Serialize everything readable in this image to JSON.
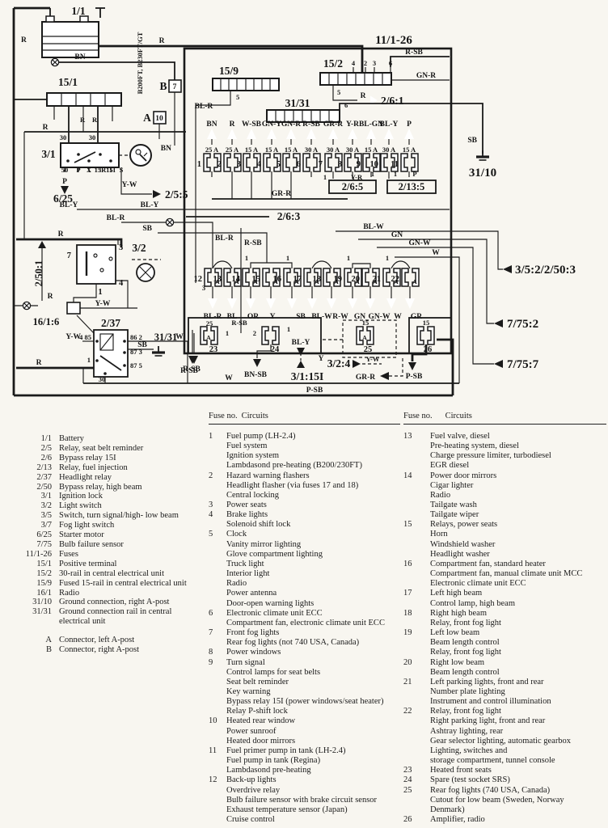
{
  "diagram": {
    "unit_label": "11/1-26",
    "callouts": {
      "battery": "1/1",
      "pos_rail": "15/1",
      "ignition": "3/1",
      "starter": "6/25",
      "ref_2_5_5": "2/5:5",
      "ref_2_50_1": "2/50:1",
      "light_switch": "3/2",
      "radio_conn": "16/1:6",
      "relay": "2/37",
      "ground_rail": "31/31",
      "rail_15_9": "15/9",
      "rail_15_2": "15/2",
      "ref_2_6_1": "2/6:1",
      "ground_right": "31/10",
      "ref_2_6_3": "2/6:3",
      "ref_2_6_5": "2/6:5",
      "ref_2_13_5": "2/13:5",
      "ref_3_5_2": "3/5:2/2/50:3",
      "ref_7_75_2": "7/75:2",
      "ref_7_75_7": "7/75:7",
      "ref_3_1_15i": "3/1:15I",
      "ref_3_2_4": "3/2:4",
      "conn_a": "A",
      "conn_b": "B",
      "conn_a_pin": "10",
      "conn_b_pin": "7",
      "engine": "B200FT, B230FT/GT"
    },
    "wires": {
      "r": "R",
      "bn": "BN",
      "bl_y": "BL-Y",
      "bl_r": "BL-R",
      "sb": "SB",
      "y_w": "Y-W",
      "r_sb": "R-SB",
      "gn_r": "GN-R",
      "gr_r": "GR-R",
      "bl_w": "BL-W",
      "gn": "GN",
      "gn_w": "GN-W",
      "w": "W",
      "p_sb": "P-SB",
      "bn_sb": "BN-SB",
      "y_r": "Y-R",
      "p": "P",
      "y": "Y"
    },
    "pins": {
      "p30": "30",
      "p50": "50",
      "pp": "P",
      "px": "X",
      "p15r": "15R",
      "p15i": "15I",
      "ps": "S",
      "p7": "7",
      "p3": "3",
      "p4": "4",
      "p1": "1",
      "p2": "2",
      "p5": "5",
      "p6": "6",
      "p485": "4 85",
      "p862": "86 2",
      "p873": "87 3",
      "p875": "87 5",
      "pa": "A"
    },
    "fuses_top": [
      {
        "no": "1",
        "amp": "25 A",
        "wire": "BN"
      },
      {
        "no": "2",
        "amp": "25 A",
        "wire": "R"
      },
      {
        "no": "3",
        "amp": "15 A",
        "wire": "W-SB"
      },
      {
        "no": "4",
        "amp": "15 A",
        "wire": "GN-Y"
      },
      {
        "no": "5",
        "amp": "15 A",
        "wire": "GN-R"
      },
      {
        "no": "6",
        "amp": "30 A",
        "wire": "R-SB"
      },
      {
        "no": "7",
        "amp": "30 A",
        "wire": "GR-R"
      },
      {
        "no": "8",
        "amp": "30 A",
        "wire": "Y-R"
      },
      {
        "no": "9",
        "amp": "15 A",
        "wire": "BL-GN"
      },
      {
        "no": "10",
        "amp": "30 A",
        "wire": "BL-Y"
      },
      {
        "no": "11",
        "amp": "15 A",
        "wire": "P"
      }
    ],
    "fuses_mid": [
      {
        "no": "12",
        "wire": "BL-R"
      },
      {
        "no": "13",
        "wire": "BL"
      },
      {
        "no": "14",
        "wire": "OR"
      },
      {
        "no": "15",
        "wire": "Y"
      },
      {
        "no": "16",
        "wire": "SB"
      },
      {
        "no": "17",
        "wire": "BL-W"
      },
      {
        "no": "18",
        "wire": "R-W"
      },
      {
        "no": "19",
        "wire": "GN"
      },
      {
        "no": "20",
        "wire": "GN-W"
      },
      {
        "no": "21",
        "wire": "W"
      },
      {
        "no": "22",
        "wire": "GR"
      }
    ],
    "fuses_bot": [
      {
        "no": "23",
        "amp": "25"
      },
      {
        "no": "24",
        "amp": ""
      },
      {
        "no": "25",
        "amp": "15"
      },
      {
        "no": "26",
        "amp": "15"
      }
    ]
  },
  "legend": {
    "components": [
      {
        "ref": "1/1",
        "desc": "Battery"
      },
      {
        "ref": "2/5",
        "desc": "Relay, seat belt reminder"
      },
      {
        "ref": "2/6",
        "desc": "Bypass relay 15I"
      },
      {
        "ref": "2/13",
        "desc": "Relay, fuel injection"
      },
      {
        "ref": "2/37",
        "desc": "Headlight relay"
      },
      {
        "ref": "2/50",
        "desc": "Bypass relay, high beam"
      },
      {
        "ref": "3/1",
        "desc": "Ignition lock"
      },
      {
        "ref": "3/2",
        "desc": "Light switch"
      },
      {
        "ref": "3/5",
        "desc": "Switch, turn signal/high- low beam"
      },
      {
        "ref": "3/7",
        "desc": "Fog light switch"
      },
      {
        "ref": "6/25",
        "desc": "Starter motor"
      },
      {
        "ref": "7/75",
        "desc": "Bulb failure sensor"
      },
      {
        "ref": "11/1-26",
        "desc": "Fuses"
      },
      {
        "ref": "15/1",
        "desc": "Positive terminal"
      },
      {
        "ref": "15/2",
        "desc": "30-rail in central electrical unit"
      },
      {
        "ref": "15/9",
        "desc": "Fused 15-rail in central electrical unit"
      },
      {
        "ref": "16/1",
        "desc": "Radio"
      },
      {
        "ref": "31/10",
        "desc": "Ground connection, right A-post"
      },
      {
        "ref": "31/31",
        "desc": "Ground connection rail in central electrical unit"
      }
    ],
    "connectors": [
      {
        "ref": "A",
        "desc": "Connector, left A-post"
      },
      {
        "ref": "B",
        "desc": "Connector, right A-post"
      }
    ],
    "col1": {
      "h1": "Fuse no.",
      "h2": "Circuits",
      "rows": [
        {
          "no": "1",
          "lines": [
            "Fuel pump (LH-2.4)",
            "Fuel system",
            "Ignition system",
            "Lambdasond pre-heating (B200/230FT)"
          ]
        },
        {
          "no": "2",
          "lines": [
            "Hazard warning flashers",
            "Headlight flasher (via fuses 17 and 18)",
            "Central locking"
          ]
        },
        {
          "no": "3",
          "lines": [
            "Power seats"
          ]
        },
        {
          "no": "4",
          "lines": [
            "Brake lights",
            "Solenoid shift lock"
          ]
        },
        {
          "no": "5",
          "lines": [
            "Clock",
            "Vanity mirror lighting",
            "Glove compartment lighting",
            "Truck light",
            "Interior light",
            "Radio",
            "Power antenna",
            "Door-open warning lights"
          ]
        },
        {
          "no": "6",
          "lines": [
            "Electronic climate unit ECC",
            "Compartment fan, electronic climate unit ECC"
          ]
        },
        {
          "no": "7",
          "lines": [
            "Front fog lights",
            "Rear fog lights (not 740 USA, Canada)"
          ]
        },
        {
          "no": "8",
          "lines": [
            "Power windows"
          ]
        },
        {
          "no": "9",
          "lines": [
            "Turn signal",
            "Control lamps for seat belts",
            "Seat belt reminder",
            "Key warning",
            "Bypass relay 15I (power windows/seat heater)",
            "Relay P-shift lock"
          ]
        },
        {
          "no": "10",
          "lines": [
            "Heated rear window",
            "Power sunroof",
            "Heated door mirrors"
          ]
        },
        {
          "no": "11",
          "lines": [
            "Fuel primer pump in tank (LH-2.4)",
            "Fuel pump in tank (Regina)",
            "Lambdasond pre-heating"
          ]
        },
        {
          "no": "12",
          "lines": [
            "Back-up lights",
            "Overdrive relay",
            "Bulb failure sensor with brake circuit sensor",
            "Exhaust temperature sensor (Japan)",
            "Cruise control"
          ]
        }
      ]
    },
    "col2": {
      "h1": "Fuse no.",
      "h2": "Circuits",
      "rows": [
        {
          "no": "13",
          "lines": [
            "Fuel valve, diesel",
            "Pre-heating system, diesel",
            "Charge pressure limiter, turbodiesel",
            "EGR diesel"
          ]
        },
        {
          "no": "14",
          "lines": [
            "Power door mirrors",
            "Cigar lighter",
            "Radio",
            "Tailgate wash",
            "Tailgate wiper"
          ]
        },
        {
          "no": "15",
          "lines": [
            "Relays, power seats",
            "Horn",
            "Windshield washer",
            "Headlight washer"
          ]
        },
        {
          "no": "16",
          "lines": [
            "Compartment fan, standard heater",
            "Compartment fan, manual climate unit MCC",
            "Electronic climate unit ECC"
          ]
        },
        {
          "no": "17",
          "lines": [
            "Left high beam",
            "Control lamp, high beam"
          ]
        },
        {
          "no": "18",
          "lines": [
            "Right high beam",
            "Relay, front fog light"
          ]
        },
        {
          "no": "19",
          "lines": [
            "Left low beam",
            "Beam length control",
            "Relay, front fog light"
          ]
        },
        {
          "no": "20",
          "lines": [
            "Right low beam",
            "Beam length control"
          ]
        },
        {
          "no": "21",
          "lines": [
            "Left parking lights, front and rear",
            "Number plate lighting",
            "Instrument and control illumination"
          ]
        },
        {
          "no": "22",
          "lines": [
            "Relay, front fog light",
            "Right parking light, front and rear",
            "Ashtray lighting, rear",
            "Gear selector lighting, automatic gearbox",
            "Lighting, switches and",
            "storage compartment, tunnel console"
          ]
        },
        {
          "no": "23",
          "lines": [
            "Heated front seats"
          ]
        },
        {
          "no": "24",
          "lines": [
            "Spare (test socket SRS)"
          ]
        },
        {
          "no": "25",
          "lines": [
            "Rear fog lights (740 USA, Canada)",
            "Cutout for low beam (Sweden, Norway",
            "Denmark)"
          ]
        },
        {
          "no": "26",
          "lines": [
            "Amplifier, radio"
          ]
        }
      ]
    }
  }
}
